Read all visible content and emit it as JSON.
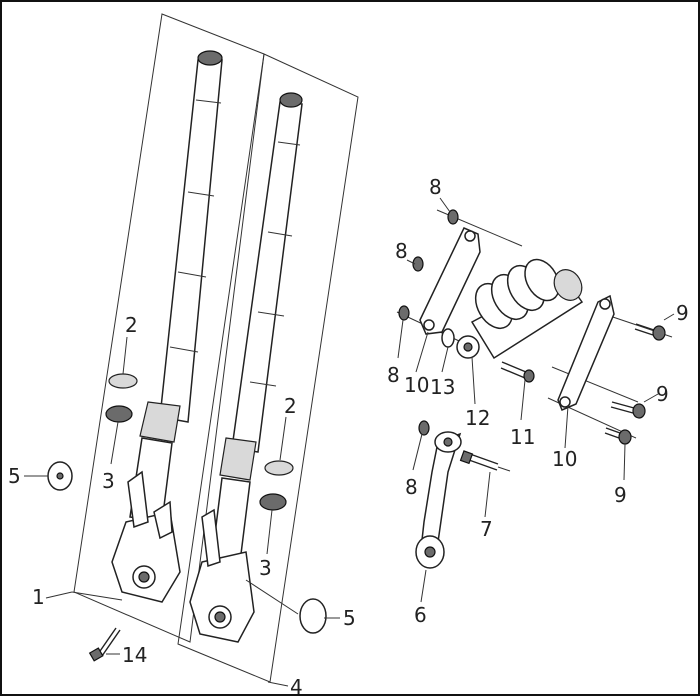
{
  "callouts": {
    "c1": "1",
    "c2_left": "2",
    "c2_right": "2",
    "c3_left": "3",
    "c3_right": "3",
    "c4": "4",
    "c5_left": "5",
    "c5_right": "5",
    "c6": "6",
    "c7": "7",
    "c8_top": "8",
    "c8_mid": "8",
    "c8_left": "8",
    "c8_low": "8",
    "c9_top": "9",
    "c9_mid": "9",
    "c9_low": "9",
    "c10_left": "10",
    "c10_right": "10",
    "c11": "11",
    "c12": "12",
    "c13": "13",
    "c14": "14"
  }
}
